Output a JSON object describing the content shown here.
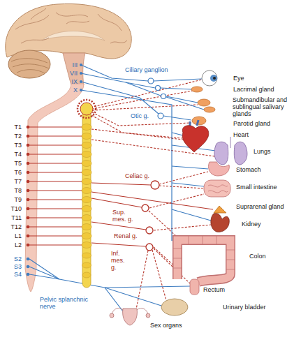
{
  "diagram": {
    "labels": [
      "III",
      "VII",
      "IX",
      "X",
      "Ciliary ganglion",
      "Eye",
      "Lacrimal gland",
      "Submandibular and sublingual salivary glands",
      "Otic g.",
      "Parotid gland",
      "Heart",
      "Lungs",
      "Stomach",
      "Small intestine",
      "Celiac g.",
      "Suprarenal gland",
      "Sup. mes. g.",
      "Kidney",
      "Renal g.",
      "Colon",
      "Inf. mes. g.",
      "Rectum",
      "Urinary bladder",
      "Pelvic splanchnic nerve",
      "Sex organs",
      "T1",
      "T2",
      "T3",
      "T4",
      "T5",
      "T6",
      "T7",
      "T8",
      "T9",
      "T10",
      "T11",
      "T12",
      "L1",
      "L2",
      "S2",
      "S3",
      "S4"
    ]
  }
}
